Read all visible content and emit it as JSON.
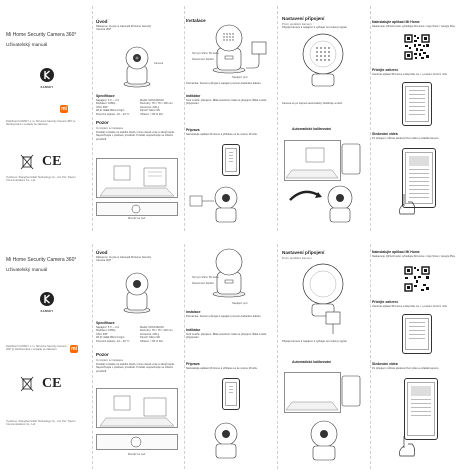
{
  "cover": {
    "product": "Mi Home Security Camera 360°",
    "manual": "Uživatelský manuál",
    "brand": "KANSKY",
    "mi_badge": "mi",
    "distributor_text": "Distributor KANSKY s.r.o. Mi Home Security Camera 360° je distribuována v souladu se zákonem",
    "address_text": "Vyrobeno: Shanghai Imilab Technology Co., Ltd. Pro: Xiaomi Communications Co., Ltd.",
    "ce_mark": "CE"
  },
  "intro": {
    "title": "Úvod",
    "lead": "Děkujeme, že jste si zakoupili Mi Home Security Camera 360°.",
    "spec_heading": "Specifikace",
    "spec_left": "Napájení: 5 V ⎓ 2 A\nRozlišení: 1080p\nÚhel: 360°\nWi-Fi: IEEE 802.11 b/g/n\nProvozní teplota: -10 ~ 40 °C",
    "spec_right": "Model: MJSXJ02CM\nRozměry: 78 × 78 × 118 mm\nHmotnost: 239 g\nPaměť: Micro SD\nVlhkost: < 95 % RH",
    "precautions_heading": "Pozor",
    "precautions_sub": "Umístění a instalace",
    "precautions_text": "Produkt umístěte na stabilní plochu mimo dosah vody a zdrojů tepla. Nepoužívejte v prašném prostředí. Produkt nepoužívejte ve vlhkém prostředí.",
    "mount_label": "Montáž na zeď",
    "product_label": "Kamera"
  },
  "installation": {
    "title": "Instalace",
    "power_label": "Napájecí port",
    "reset_label": "Resetovací tlačítko",
    "sd_label": "Slot pro Micro SD kartu",
    "note": "Poznámka: Kameru připojte k napájení pomocí dodaného kabelu.",
    "indicator_heading": "Indikátor",
    "indicator_text": "Svítí modře: připojeno. Bliká oranžově: čeká na připojení. Bliká modře: připojování.",
    "preparation_heading": "Příprava",
    "preparation_text": "Nainstalujte aplikaci Mi Home a přihlaste se ke svému Mi účtu."
  },
  "connection": {
    "title": "Nastavení připojení",
    "subtitle": "První spuštění kamery",
    "text": "Připojte kameru k napájení a vyčkejte na zvukový signál.",
    "auto_heading": "Automatické kalibrování",
    "auto_text": "Kamera se po zapnutí automaticky zkalibruje a otočí."
  },
  "app": {
    "download_heading": "Nainstalujte aplikaci Mi Home",
    "download_text": "Naskenujte QR kód nebo vyhledejte Mi Home v App Store / Google Play.",
    "add_heading": "Přidejte zařízení",
    "add_text": "Otevřete aplikaci Mi Home a klepněte na + v pravém horním rohu.",
    "video_heading": "Sledování videa",
    "video_text": "Po připojení můžete sledovat živé video a ovládat kameru."
  }
}
